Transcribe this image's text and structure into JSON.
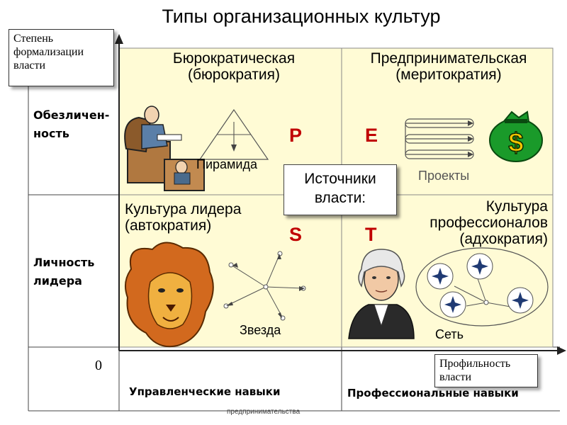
{
  "title": "Типы организационных культур",
  "y_axis_box": "Степень формализации власти",
  "x_axis_box": "Профильность власти",
  "zero_label": "0",
  "row_labels": {
    "top": "Обезличен-ность",
    "bottom": "Личность лидера"
  },
  "col_labels": {
    "left": "Управленческие навыки",
    "right": "Профессиональные навыки"
  },
  "center_box": "Источники власти:",
  "quadrants": {
    "bureaucratic": {
      "title_line1": "Бюрократическая",
      "title_line2": "(бюрократия)",
      "letter": "P",
      "figure": "Пирамида",
      "icon": "office-worker-icon"
    },
    "entrepreneurial": {
      "title_line1": "Предпринимательская",
      "title_line2": "(меритократия)",
      "letter": "E",
      "figure": "Проекты",
      "icon": "money-bag-icon"
    },
    "leader": {
      "title_line1": "Культура лидера",
      "title_line2": "(автократия)",
      "letter": "S",
      "figure": "Звезда",
      "icon": "lion-icon"
    },
    "professional": {
      "title_line1": "Культура",
      "title_line2": "профессионалов",
      "title_line3": "(адхократия)",
      "letter": "T",
      "figure": "Сеть",
      "icon": "portrait-icon"
    }
  },
  "footnote": "предпринимательства",
  "colors": {
    "quadrant_fill": "#fffbd5",
    "letter": "#c00000",
    "axis": "#444444"
  }
}
